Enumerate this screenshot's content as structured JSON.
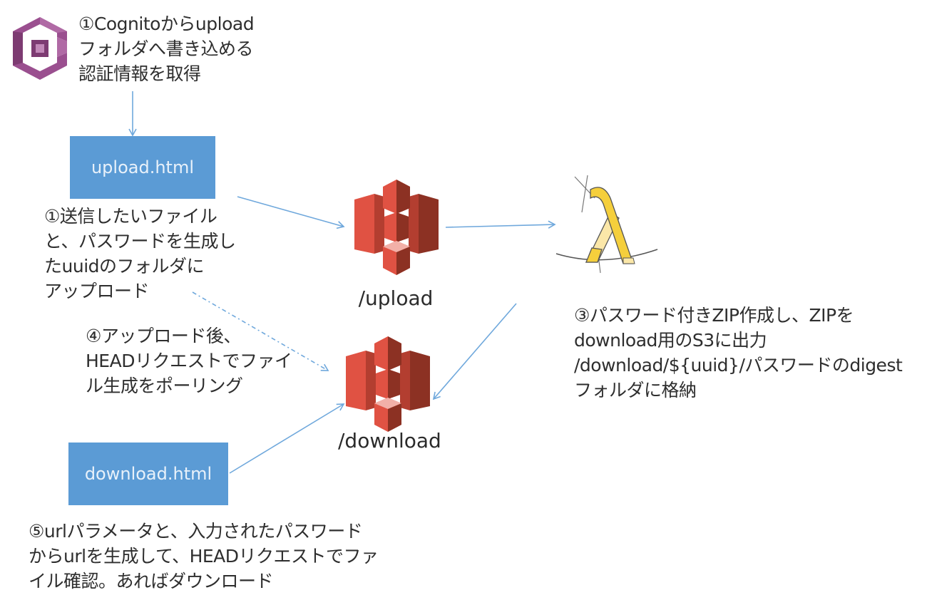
{
  "diagram": {
    "nodes": {
      "cognito": {
        "icon": "cognito-icon",
        "color": "#9a4f8f"
      },
      "upload_html": {
        "label": "upload.html",
        "fill": "#5b9bd5"
      },
      "download_html": {
        "label": "download.html",
        "fill": "#5b9bd5"
      },
      "s3_upload": {
        "icon": "s3-bucket-icon",
        "label": "/upload",
        "color": "#e05243"
      },
      "s3_download": {
        "icon": "s3-bucket-icon",
        "label": "/download",
        "color": "#e05243"
      },
      "lambda": {
        "icon": "lambda-icon",
        "color": "#f5cf3c"
      }
    },
    "notes": {
      "step1_cognito": "①Cognitoからupload\nフォルダへ書き込める\n認証情報を取得",
      "step1_upload": "①送信したいファイル\nと、パスワードを生成し\nたuuidのフォルダに\nアップロード",
      "step3_lambda": "③パスワード付きZIP作成し、ZIPを\ndownload用のS3に出力\n/download/${uuid}/パスワードのdigest\nフォルダに格納",
      "step4_polling": "④アップロード後、\nHEADリクエストでファイ\nル生成をポーリング",
      "step5_download": "⑤urlパラメータと、入力されたパスワード\nからurlを生成して、HEADリクエストでファ\nイル確認。あればダウンロード"
    },
    "edges": [
      {
        "from": "cognito",
        "to": "upload_html",
        "style": "solid"
      },
      {
        "from": "upload_html",
        "to": "s3_upload",
        "style": "solid"
      },
      {
        "from": "s3_upload",
        "to": "lambda",
        "style": "solid"
      },
      {
        "from": "lambda",
        "to": "s3_download",
        "style": "solid"
      },
      {
        "from": "upload_html",
        "to": "s3_download",
        "style": "dashed"
      },
      {
        "from": "download_html",
        "to": "s3_download",
        "style": "solid"
      }
    ],
    "edge_color": "#6fa8dc"
  }
}
